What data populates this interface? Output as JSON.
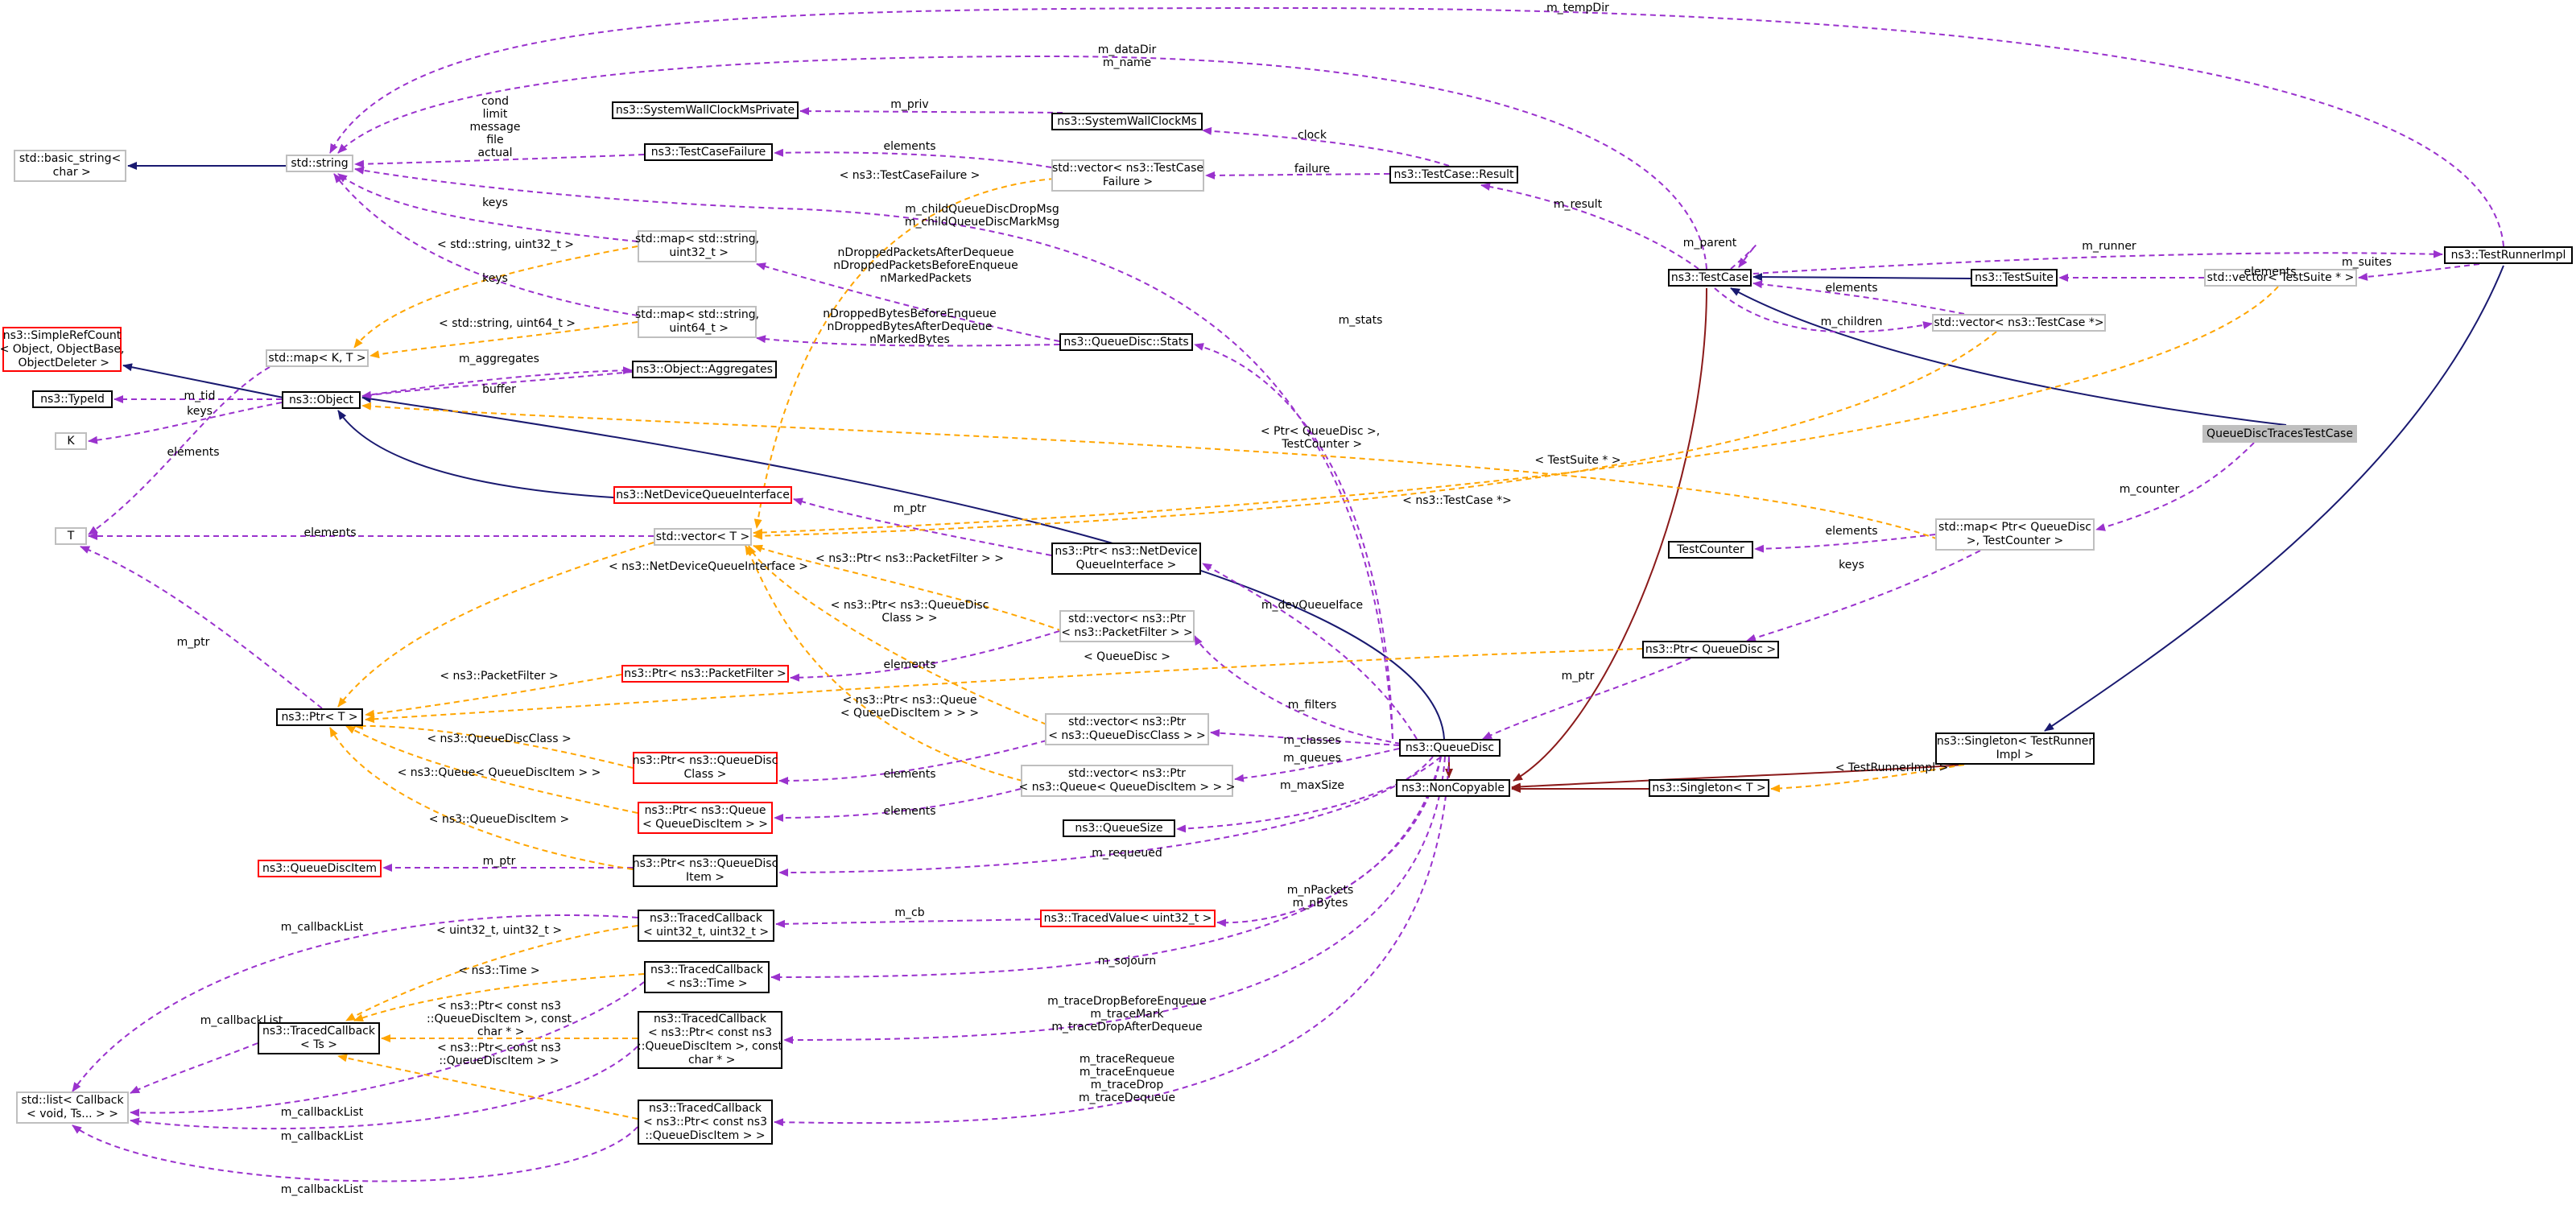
{
  "colors": {
    "inherit": "#191970",
    "usage": "#9a32cd",
    "template": "#ffa500",
    "private": "#8b1a1a",
    "gray_border": "#bfbfbf",
    "red_border": "#ff0000",
    "focus_fill": "#bfbfbf"
  },
  "nodes": {
    "basic_string": "std::basic_string<\n char >",
    "std_string": "std::string",
    "simplerefcount": "ns3::SimpleRefCount\n< Object, ObjectBase,\n ObjectDeleter >",
    "typeid": "ns3::TypeId",
    "k": "K",
    "t": "T",
    "stdmap_kt": "std::map< K, T >",
    "object": "ns3::Object",
    "wallclockprivate": "ns3::SystemWallClockMsPrivate",
    "testcasefailure": "ns3::TestCaseFailure",
    "map_u32": "std::map< std::string,\n uint32_t >",
    "map_u64": "std::map< std::string,\n uint64_t >",
    "aggregates": "ns3::Object::Aggregates",
    "netdevqi": "ns3::NetDeviceQueueInterface",
    "vector_t": "std::vector< T >",
    "ptr_t": "ns3::Ptr< T >",
    "ptr_packetfilter": "ns3::Ptr< ns3::PacketFilter >",
    "ptr_qdclass": "ns3::Ptr< ns3::QueueDisc\nClass >",
    "ptr_queue": "ns3::Ptr< ns3::Queue\n< QueueDiscItem > >",
    "qditem": "ns3::QueueDiscItem",
    "ptr_qditem": "ns3::Ptr< ns3::QueueDisc\nItem >",
    "tcb_u32": "ns3::TracedCallback\n< uint32_t, uint32_t >",
    "tcb_ts": "ns3::TracedCallback\n< Ts >",
    "tcb_time": "ns3::TracedCallback\n< ns3::Time >",
    "tcb_ptr_const_char": "ns3::TracedCallback\n< ns3::Ptr< const ns3\n::QueueDiscItem >, const\n char * >",
    "tcb_ptr_const": "ns3::TracedCallback\n< ns3::Ptr< const ns3\n::QueueDiscItem > >",
    "list_callback": "std::list< Callback\n< void, Ts... > >",
    "wallclock": "ns3::SystemWallClockMs",
    "vector_tcfailure": "std::vector< ns3::TestCase\nFailure >",
    "qdstats": "ns3::QueueDisc::Stats",
    "ptr_netdevqi": "ns3::Ptr< ns3::NetDevice\nQueueInterface >",
    "vector_ptr_pf": "std::vector< ns3::Ptr\n< ns3::PacketFilter > >",
    "vector_ptr_qdclass": "std::vector< ns3::Ptr\n< ns3::QueueDiscClass > >",
    "vector_ptr_queue": "std::vector< ns3::Ptr\n< ns3::Queue< QueueDiscItem > > >",
    "queuesize": "ns3::QueueSize",
    "tracedvalue": "ns3::TracedValue< uint32_t >",
    "result": "ns3::TestCase::Result",
    "testcase": "ns3::TestCase",
    "testsuite": "ns3::TestSuite",
    "vector_testcase": "std::vector< ns3::TestCase *>",
    "testrunnerimpl": "ns3::TestRunnerImpl",
    "vector_testsuite": "std::vector< TestSuite * >",
    "focus": "QueueDiscTracesTestCase",
    "map_ptr_qd": "std::map< Ptr< QueueDisc\n>, TestCounter >",
    "testcounter": "TestCounter",
    "ptr_queuedisc": "ns3::Ptr< QueueDisc >",
    "queuedisc": "ns3::QueueDisc",
    "noncopyable": "ns3::NonCopyable",
    "singleton_t": "ns3::Singleton< T >",
    "singleton_tri": "ns3::Singleton< TestRunner\nImpl >"
  },
  "labels": {
    "m_tempdir": "m_tempDir",
    "m_datadir": "m_dataDir\nm_name",
    "m_priv": "m_priv",
    "clock": "clock",
    "cond": "cond\nlimit\nmessage\nfile\nactual",
    "elements_fail": "elements",
    "failure": "failure",
    "tcfailure_tmpl": "< ns3::TestCaseFailure >",
    "keys1": "keys",
    "mark_msg": "m_childQueueDiscDropMsg\nm_childQueueDiscMarkMsg",
    "u32_tmpl": "< std::string, uint32_t >",
    "dropped_pkts": "nDroppedPacketsAfterDequeue\nnDroppedPacketsBeforeEnqueue\nnMarkedPackets",
    "keys2": "keys",
    "u64_tmpl": "< std::string, uint64_t >",
    "dropped_bytes": "nDroppedBytesBeforeEnqueue\nnDroppedBytesAfterDequeue\nnMarkedBytes",
    "m_aggregates": "m_aggregates",
    "m_tid": "m_tid",
    "keys3": "keys",
    "buffer": "buffer",
    "elements_t": "elements",
    "elements_vec": "elements",
    "m_ptr_ndqi": "m_ptr",
    "ndqi_tmpl": "< ns3::NetDeviceQueueInterface >",
    "pf_tmpl": "< ns3::Ptr< ns3::PacketFilter > >",
    "qdclass_ptr_tmpl": "< ns3::Ptr< ns3::QueueDisc\nClass > >",
    "m_ptr_t": "m_ptr",
    "packetfilter_tmpl": "< ns3::PacketFilter >",
    "elements_pf": "elements",
    "qdclass_tmpl": "< ns3::QueueDiscClass >",
    "queue_ptr_tmpl": "< ns3::Ptr< ns3::Queue\n< QueueDiscItem > > >",
    "queue_tmpl": "< ns3::Queue< QueueDiscItem > >",
    "elements_qdc": "elements",
    "elements_queue": "elements",
    "qditem_tmpl": "< ns3::QueueDiscItem >",
    "m_ptr_qdi": "m_ptr",
    "m_callbacklist1": "m_callbackList",
    "u32_u32_tmpl": "< uint32_t, uint32_t >",
    "time_tmpl": "< ns3::Time >",
    "ptr_const_char_tmpl": "< ns3::Ptr< const ns3\n::QueueDiscItem >, const\n char * >",
    "ptr_const_tmpl": "< ns3::Ptr< const ns3\n::QueueDiscItem > >",
    "m_callbacklist2": "m_callbackList",
    "m_callbacklist3": "m_callbackList",
    "m_callbacklist4": "m_callbackList",
    "m_callbacklist5": "m_callbackList",
    "m_cb": "m_cb",
    "m_requeued": "m_requeued",
    "m_npackets": "m_nPackets\nm_nBytes",
    "m_sojourn": "m_sojourn",
    "trace_drop": "m_traceDropBeforeEnqueue\nm_traceMark\nm_traceDropAfterDequeue",
    "trace_requeue": "m_traceRequeue\nm_traceEnqueue\nm_traceDrop\nm_traceDequeue",
    "m_stats": "m_stats",
    "m_devqi": "m_devQueueIface",
    "m_filters": "m_filters",
    "m_classes": "m_classes",
    "m_queues": "m_queues",
    "m_maxsize": "m_maxSize",
    "qd_tmpl": "< QueueDisc >",
    "m_ptr_qd": "m_ptr",
    "m_result": "m_result",
    "m_parent": "m_parent",
    "m_runner": "m_runner",
    "elements_tc": "elements",
    "m_children": "m_children",
    "m_suites": "m_suites",
    "elements_ts": "elements",
    "testsuite_tmpl": "< TestSuite * >",
    "testcase_tmpl": "< ns3::TestCase *>",
    "ptr_qd_counter_tmpl": "< Ptr< QueueDisc >,\n TestCounter >",
    "m_counter": "m_counter",
    "elements_cnt": "elements",
    "keys4": "keys",
    "testrunnerimpl_tmpl": "< TestRunnerImpl >"
  }
}
